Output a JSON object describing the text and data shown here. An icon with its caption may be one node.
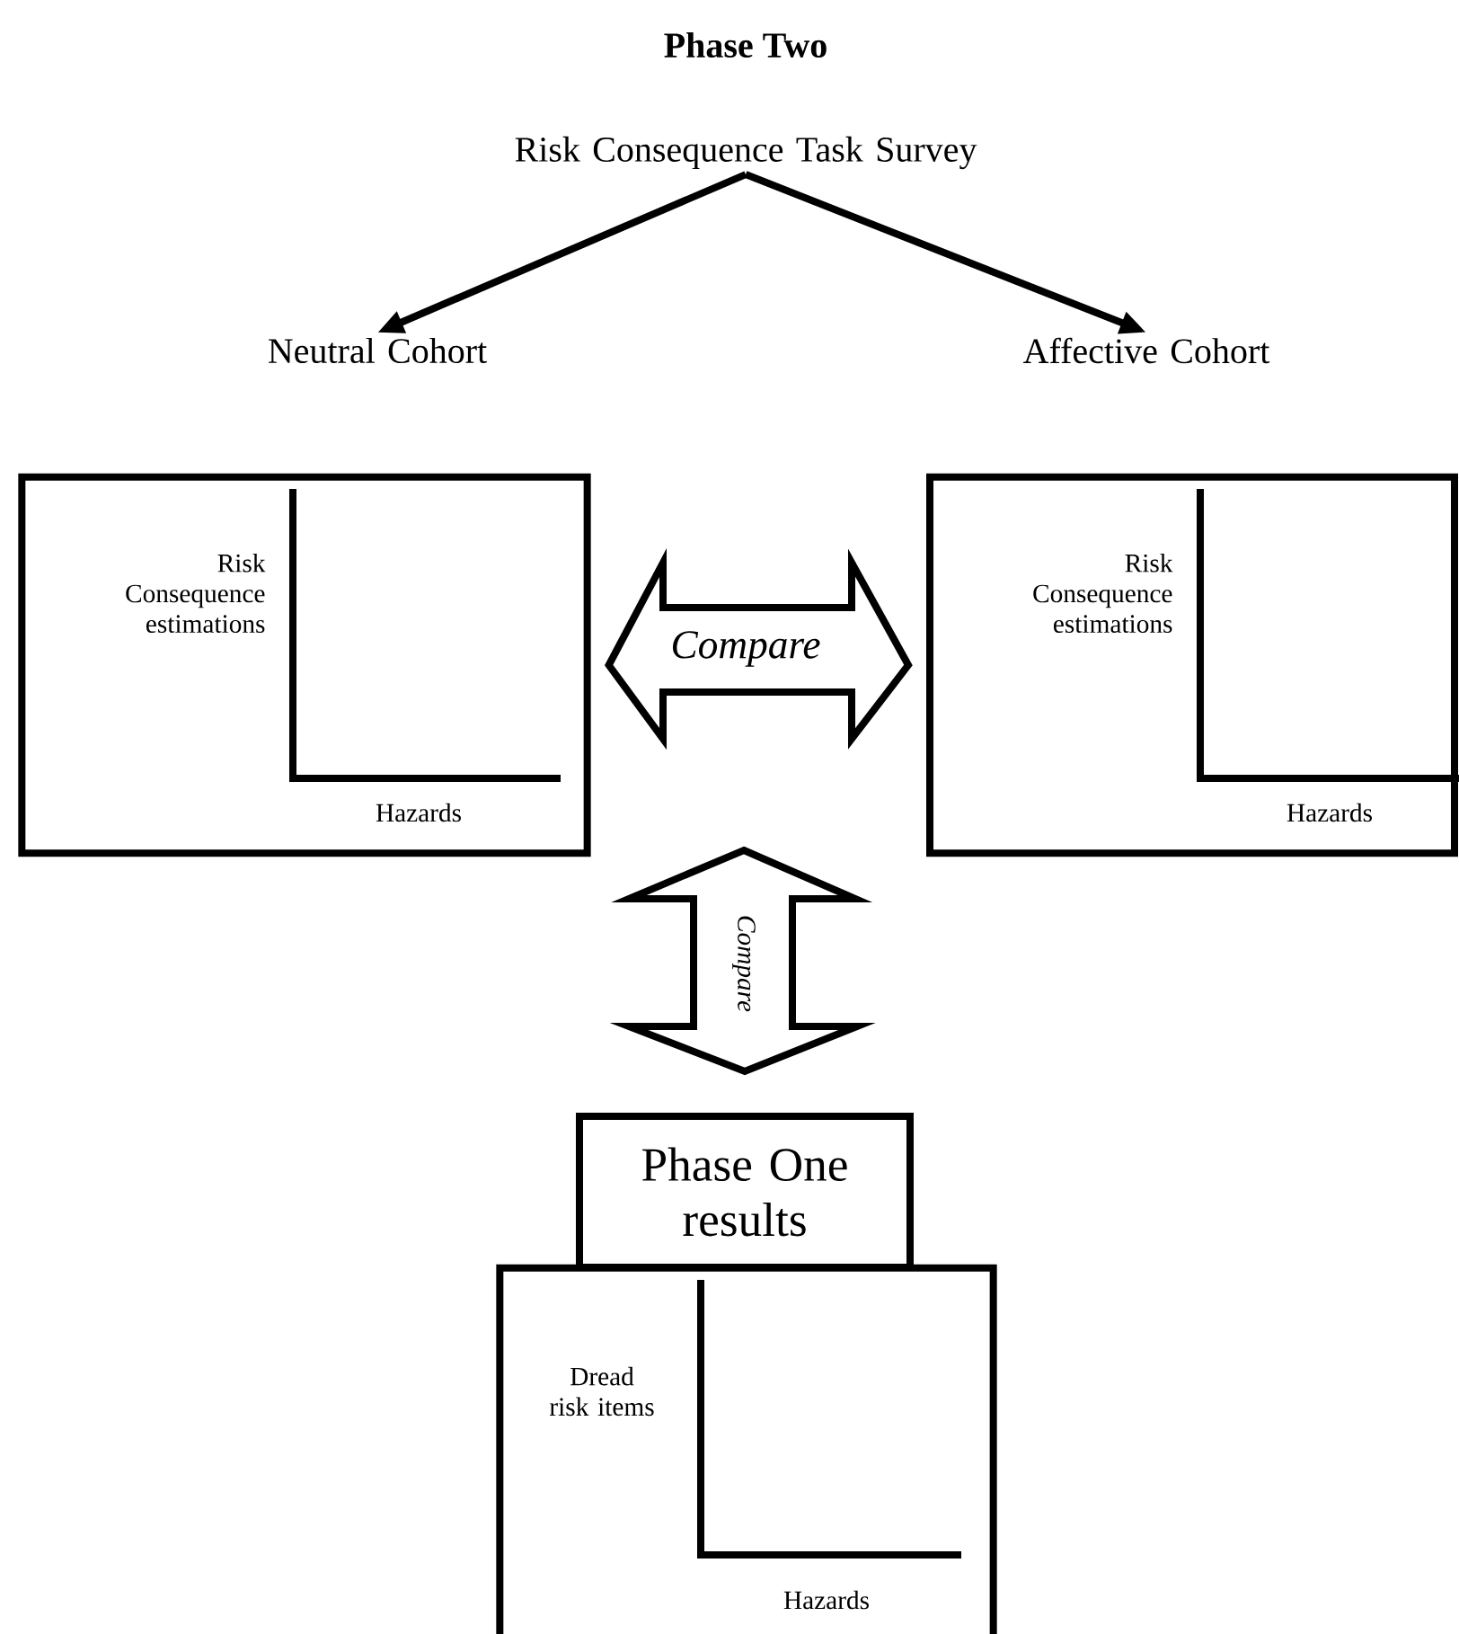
{
  "diagram": {
    "title": "Phase Two",
    "nodes": [
      {
        "text": [
          "Risk Consequence Task Survey"
        ]
      },
      {
        "text": [
          "Neutral Cohort"
        ]
      },
      {
        "text": [
          "Affective Cohort"
        ]
      },
      {
        "text": [
          "Risk Consequence estimations",
          "Hazards"
        ]
      },
      {
        "text": [
          "Risk Consequence estimations",
          "Hazards"
        ]
      },
      {
        "text": [
          "Phase One results"
        ]
      },
      {
        "text": [
          "Dread risk items",
          "Hazards"
        ]
      }
    ],
    "edges": [
      {
        "from": 0,
        "to": 1,
        "arrow": "to"
      },
      {
        "from": 0,
        "to": 2,
        "arrow": "to"
      },
      {
        "from": 3,
        "to": 4,
        "arrow": "both",
        "label": "Compare"
      },
      {
        "from": null,
        "to": 5,
        "arrow": "both",
        "label": "Compare"
      }
    ]
  }
}
